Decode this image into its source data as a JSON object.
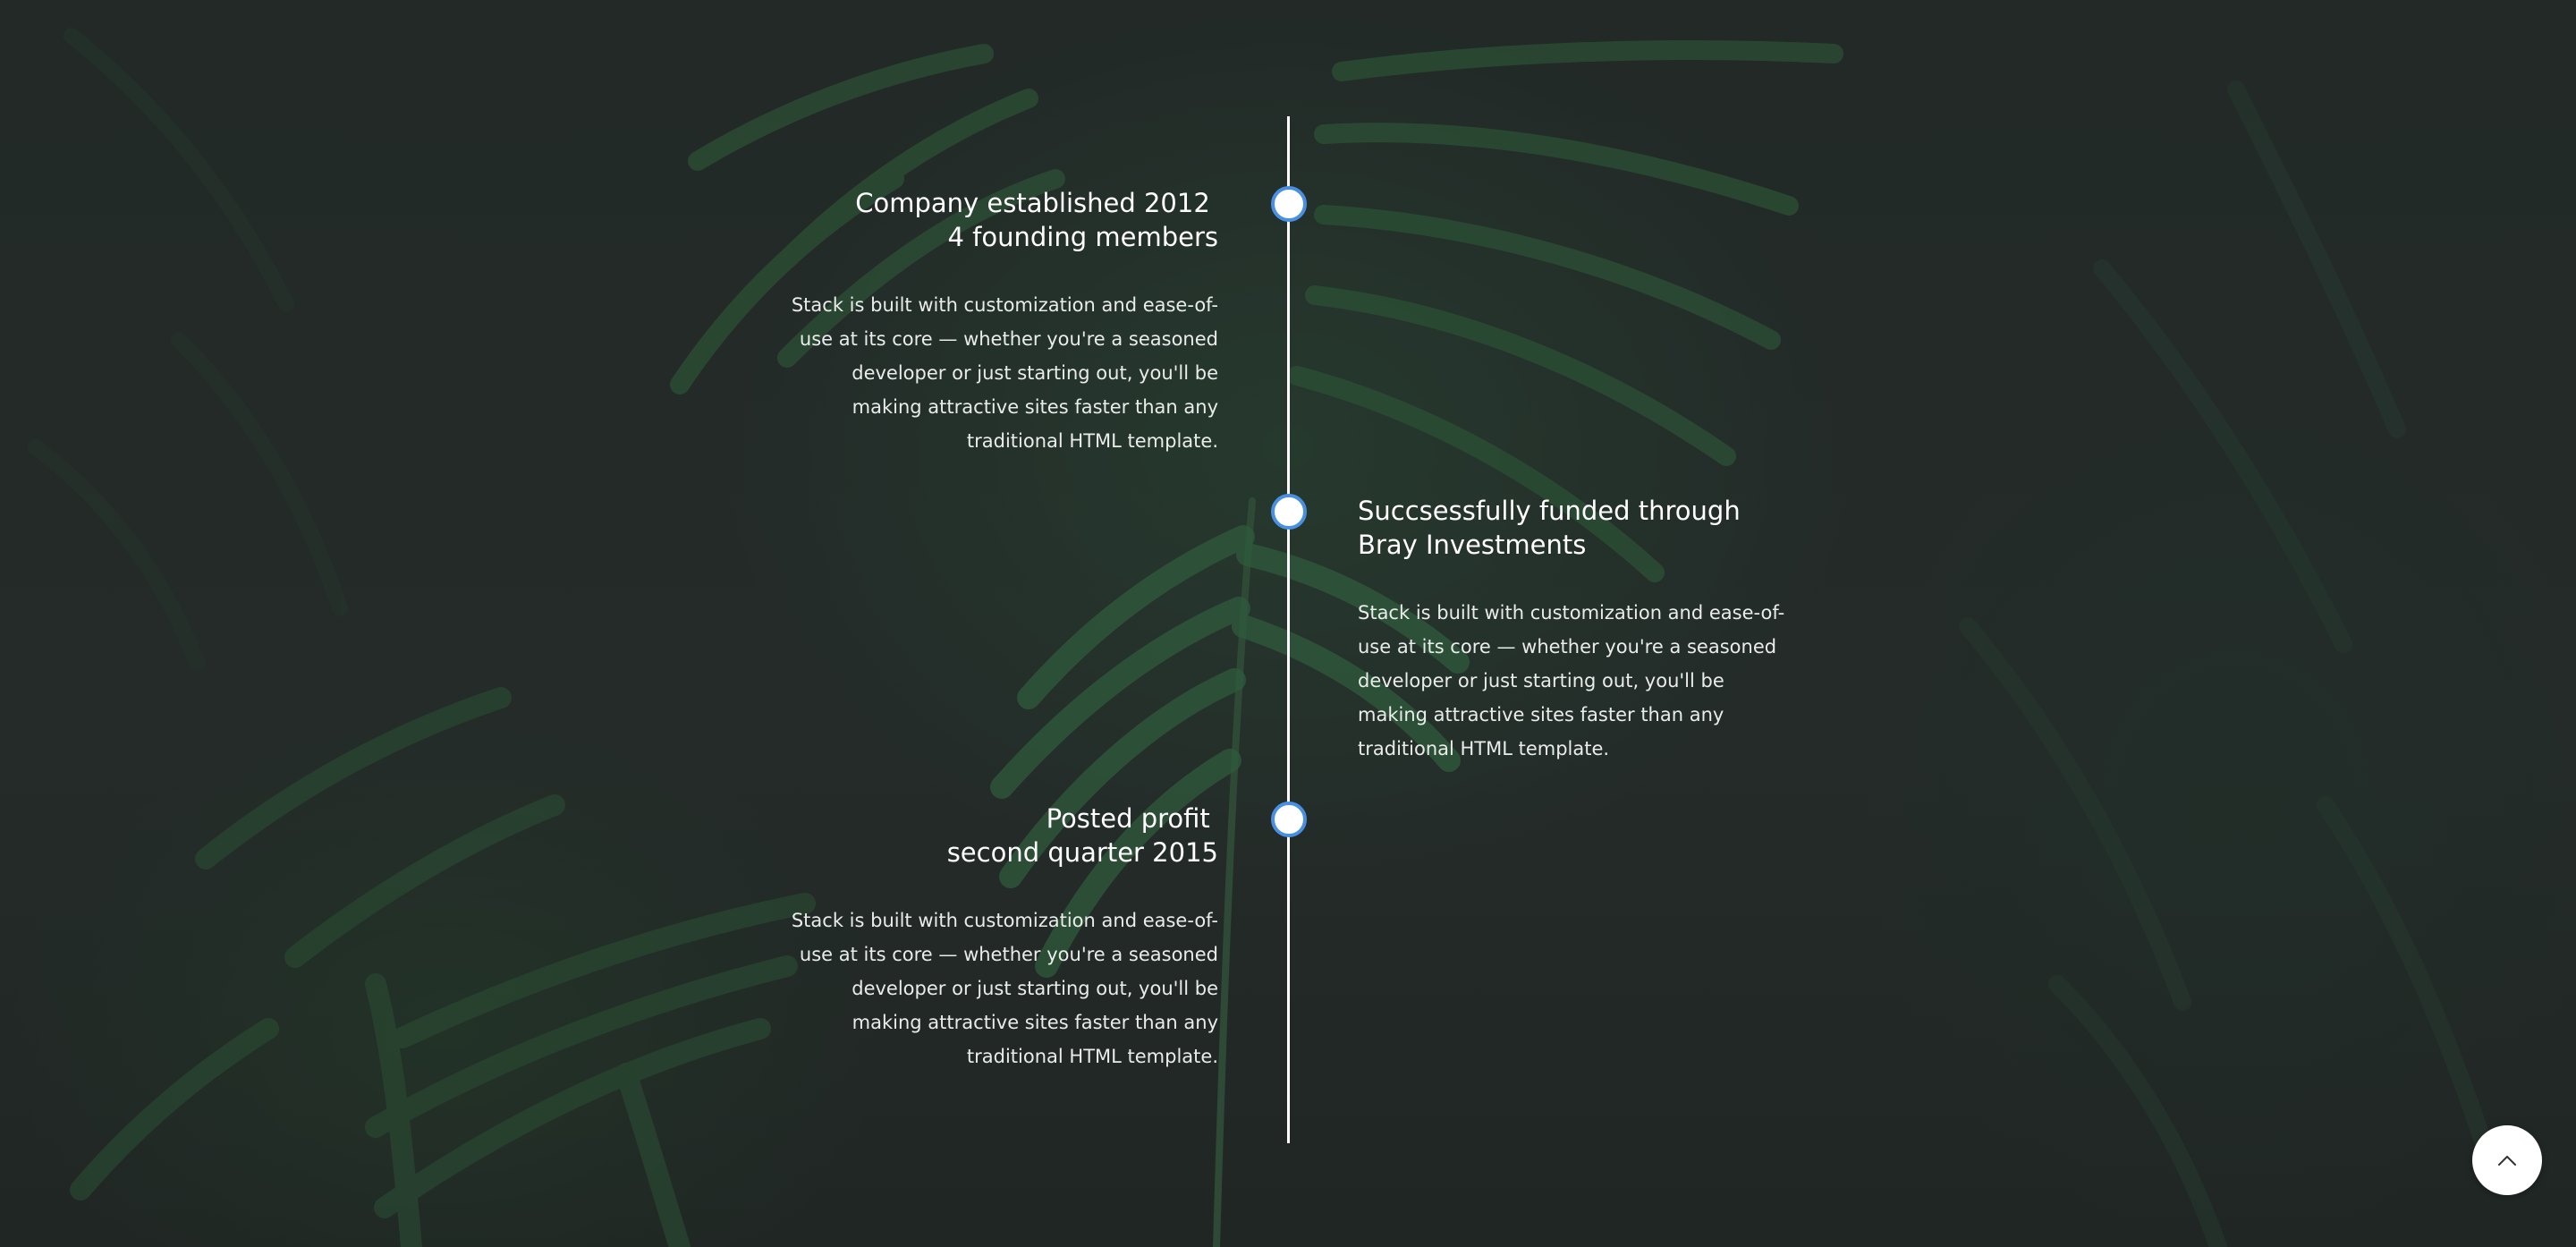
{
  "timeline": {
    "items": [
      {
        "side": "left",
        "title_line1": "Company established 2012 ",
        "title_line2": "4 founding members",
        "body": "Stack is built with customization and ease-of-use at its core — whether you're a seasoned developer or just starting out, you'll be making attractive sites faster than any traditional HTML template."
      },
      {
        "side": "right",
        "title_line1": "Succsessfully funded through",
        "title_line2": "Bray Investments",
        "body": "Stack is built with customization and ease-of-use at its core — whether you're a seasoned developer or just starting out, you'll be making attractive sites faster than any traditional HTML template."
      },
      {
        "side": "left",
        "title_line1": "Posted profit ",
        "title_line2": "second quarter 2015",
        "body": "Stack is built with customization and ease-of-use at its core — whether you're a seasoned developer or just starting out, you'll be making attractive sites faster than any traditional HTML template."
      }
    ]
  },
  "colors": {
    "background": "#232a29",
    "line": "#ffffff",
    "node_fill": "#ffffff",
    "node_border": "#4a90e2",
    "text": "#ffffff"
  },
  "back_to_top": {
    "icon": "chevron-up-icon"
  }
}
